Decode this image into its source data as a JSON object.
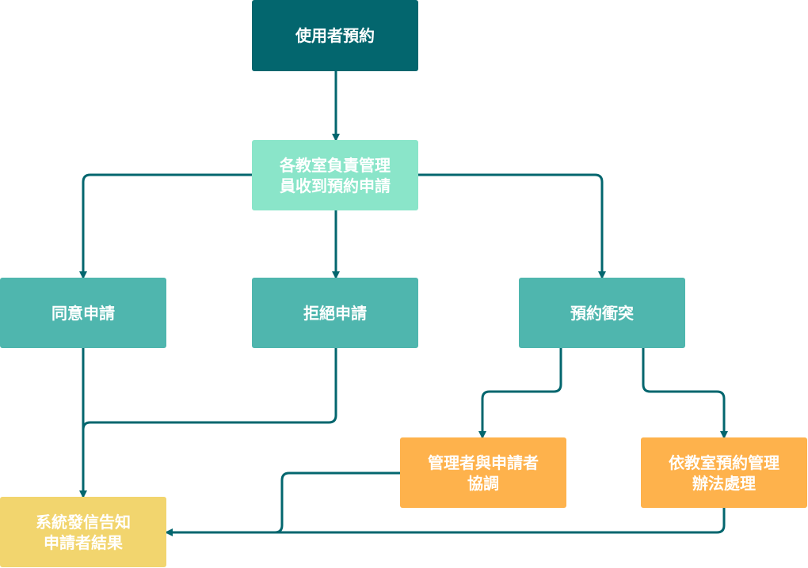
{
  "diagram": {
    "nodes": {
      "user_booking": "使用者預約",
      "admin_receives": "各教室負責管理\n員收到預約申請",
      "approve": "同意申請",
      "reject": "拒絕申請",
      "conflict": "預約衝突",
      "coordinate": "管理者與申請者\n協調",
      "follow_rules": "依教室預約管理\n辦法處理",
      "notify": "系統發信告知\n申請者結果"
    },
    "colors": {
      "start": "#03666e",
      "receive": "#8ae5c9",
      "decision": "#4fb6ae",
      "resolution": "#feb24c",
      "result": "#f2d56e",
      "connector": "#03666e"
    }
  }
}
